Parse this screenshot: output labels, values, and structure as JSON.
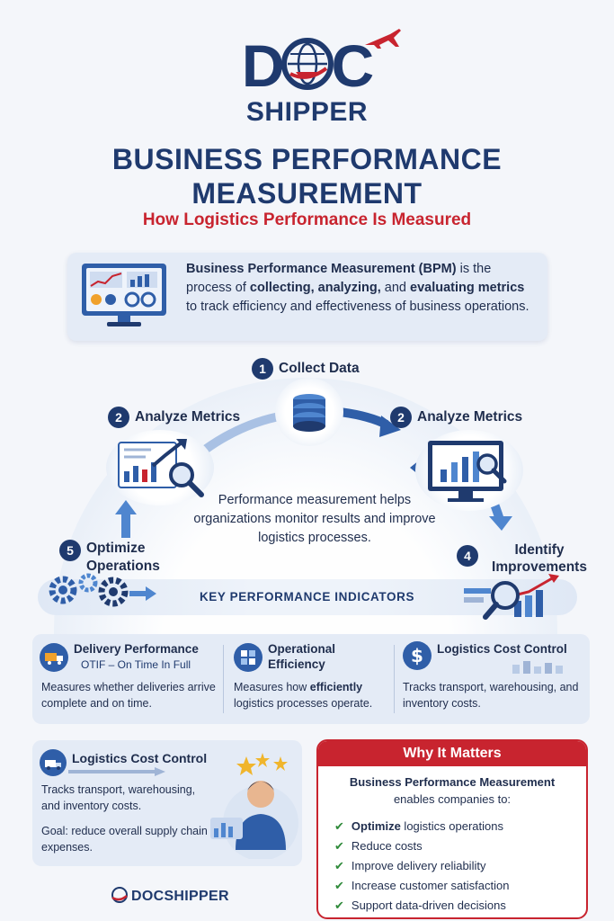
{
  "brand": {
    "logo_main": "D",
    "logo_end": "C",
    "logo_sub": "SHIPPER",
    "footer": "DOCSHIPPER"
  },
  "title": "BUSINESS PERFORMANCE MEASUREMENT",
  "subtitle": "How Logistics Performance Is Measured",
  "intro": {
    "p1": "Business Performance Measurement (BPM)",
    "p2": " is the process of ",
    "p3": "collecting, analyzing,",
    "p4": " and ",
    "p5": "evaluating metrics",
    "p6": " to track efficiency and effectiveness of business operations."
  },
  "cycle": {
    "steps": [
      {
        "num": "1",
        "label": "Collect Data"
      },
      {
        "num": "2",
        "label": "Analyze Metrics"
      },
      {
        "num": "2",
        "label": "Analyze Metrics"
      },
      {
        "num": "5",
        "label": "Optimize Operations"
      },
      {
        "num": "4",
        "label": "Identify Improvements"
      }
    ],
    "center_text": "Performance measurement helps organizations monitor results and improve logistics processes.",
    "kpi_label": "KEY PERFORMANCE INDICATORS"
  },
  "kpis": [
    {
      "title": "Delivery Performance",
      "sub": "OTIF – On Time In Full",
      "desc": "Measures whether deliveries arrive complete and on time."
    },
    {
      "title": "Operational Efficiency",
      "desc_a": "Measures how ",
      "desc_b": "efficiently",
      "desc_c": " logistics processes operate."
    },
    {
      "title": "Logistics Cost Control",
      "desc": "Tracks transport, warehousing, and inventory costs."
    }
  ],
  "cost_card": {
    "title": "Logistics Cost Control",
    "text": "Tracks transport, warehousing, and inventory costs.",
    "goal": "Goal: reduce overall supply chain expenses."
  },
  "why": {
    "title": "Why It Matters",
    "intro_bold": "Business Performance Measurement",
    "intro_rest": "enables companies to:",
    "items": [
      {
        "bold": "Optimize",
        "rest": " logistics operations"
      },
      {
        "bold": "",
        "rest": "Reduce costs"
      },
      {
        "bold": "",
        "rest": "Improve delivery reliability"
      },
      {
        "bold": "",
        "rest": "Increase customer satisfaction"
      },
      {
        "bold": "",
        "rest": "Support data-driven decisions"
      }
    ]
  },
  "colors": {
    "navy": "#1f3a6e",
    "red": "#c8242f",
    "green": "#2f8a3a",
    "card": "#e4ebf6"
  }
}
